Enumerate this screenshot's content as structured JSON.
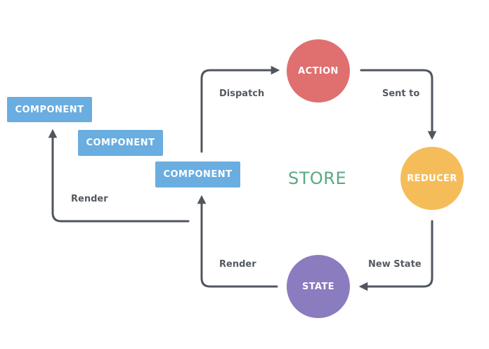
{
  "components": [
    "COMPONENT",
    "COMPONENT",
    "COMPONENT"
  ],
  "nodes": {
    "action": "ACTION",
    "reducer": "REDUCER",
    "state": "STATE"
  },
  "center_label": "STORE",
  "edges": {
    "dispatch": "Dispatch",
    "sent_to": "Sent to",
    "new_state": "New State",
    "render_state": "Render",
    "render_component": "Render"
  },
  "colors": {
    "component": "#6aade0",
    "action": "#e06f6f",
    "reducer": "#f5bd5a",
    "state": "#8b7bbf",
    "store_text": "#5aa882",
    "arrow": "#50565e"
  }
}
